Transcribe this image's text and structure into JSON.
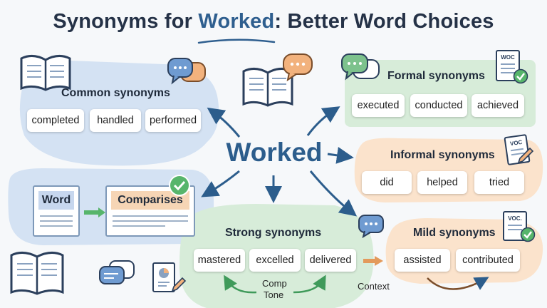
{
  "title": {
    "prefix": "Synonyms for ",
    "highlight": "Worked",
    "suffix": ": Better Word Choices"
  },
  "center_word": "Worked",
  "groups": {
    "common": {
      "title": "Common synonyms",
      "chips": [
        "completed",
        "handled",
        "performed"
      ]
    },
    "formal": {
      "title": "Formal synonyms",
      "chips": [
        "executed",
        "conducted",
        "achieved"
      ]
    },
    "informal": {
      "title": "Informal synonyms",
      "chips": [
        "did",
        "helped",
        "tried"
      ]
    },
    "strong": {
      "title": "Strong synonyms",
      "chips": [
        "mastered",
        "excelled",
        "delivered"
      ]
    },
    "mild": {
      "title": "Mild synonyms",
      "chips": [
        "assisted",
        "contributed"
      ]
    }
  },
  "comparison": {
    "left_label": "Word",
    "right_label": "Comparises"
  },
  "notes": {
    "comp": "Comp",
    "tone": "Tone",
    "context": "Context"
  },
  "doc_badge": "VOC",
  "doc_badge_formal": "WOC",
  "doc_badge_mild": "VOC.",
  "colors": {
    "blue_blob": "#d4e2f3",
    "green_blob": "#d7ecd9",
    "orange_blob": "#fbe3cc",
    "accent_blue": "#2c5d8c",
    "check_green": "#57b56b",
    "bubble_orange": "#f2b27d",
    "bubble_blue": "#6f9bd1"
  }
}
